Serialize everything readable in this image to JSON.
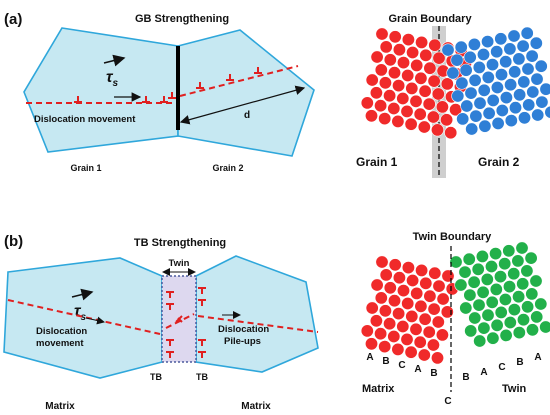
{
  "panel_a": {
    "label": "(a)",
    "title": "GB Strengthening",
    "tau": "τ",
    "tau_sub": "s",
    "movement_text": "Dislocation movement",
    "distance": "d",
    "grain1": "Grain 1",
    "grain2": "Grain 2"
  },
  "panel_a_right": {
    "title": "Grain Boundary",
    "grain1": "Grain 1",
    "grain2": "Grain 2",
    "colors": {
      "left": "#f02a2a",
      "right": "#2f7fd6",
      "boundary": "#c8c8c8"
    }
  },
  "panel_b": {
    "label": "(b)",
    "title": "TB Strengthening",
    "twin": "Twin",
    "tau": "τ",
    "tau_sub": "s",
    "movement_line1": "Dislocation",
    "movement_line2": "movement",
    "pileup_line1": "Dislocation",
    "pileup_line2": "Pile-ups",
    "tb_left": "TB",
    "tb_right": "TB",
    "matrix_left": "Matrix",
    "matrix_right": "Matrix"
  },
  "panel_b_right": {
    "title": "Twin Boundary",
    "matrix": "Matrix",
    "twin": "Twin",
    "boundary_letter": "C",
    "left_stack": [
      "A",
      "B",
      "C",
      "A",
      "B"
    ],
    "right_stack": [
      "B",
      "A",
      "C",
      "B",
      "A"
    ],
    "colors": {
      "left": "#f02a2a",
      "right": "#22b04a"
    }
  }
}
